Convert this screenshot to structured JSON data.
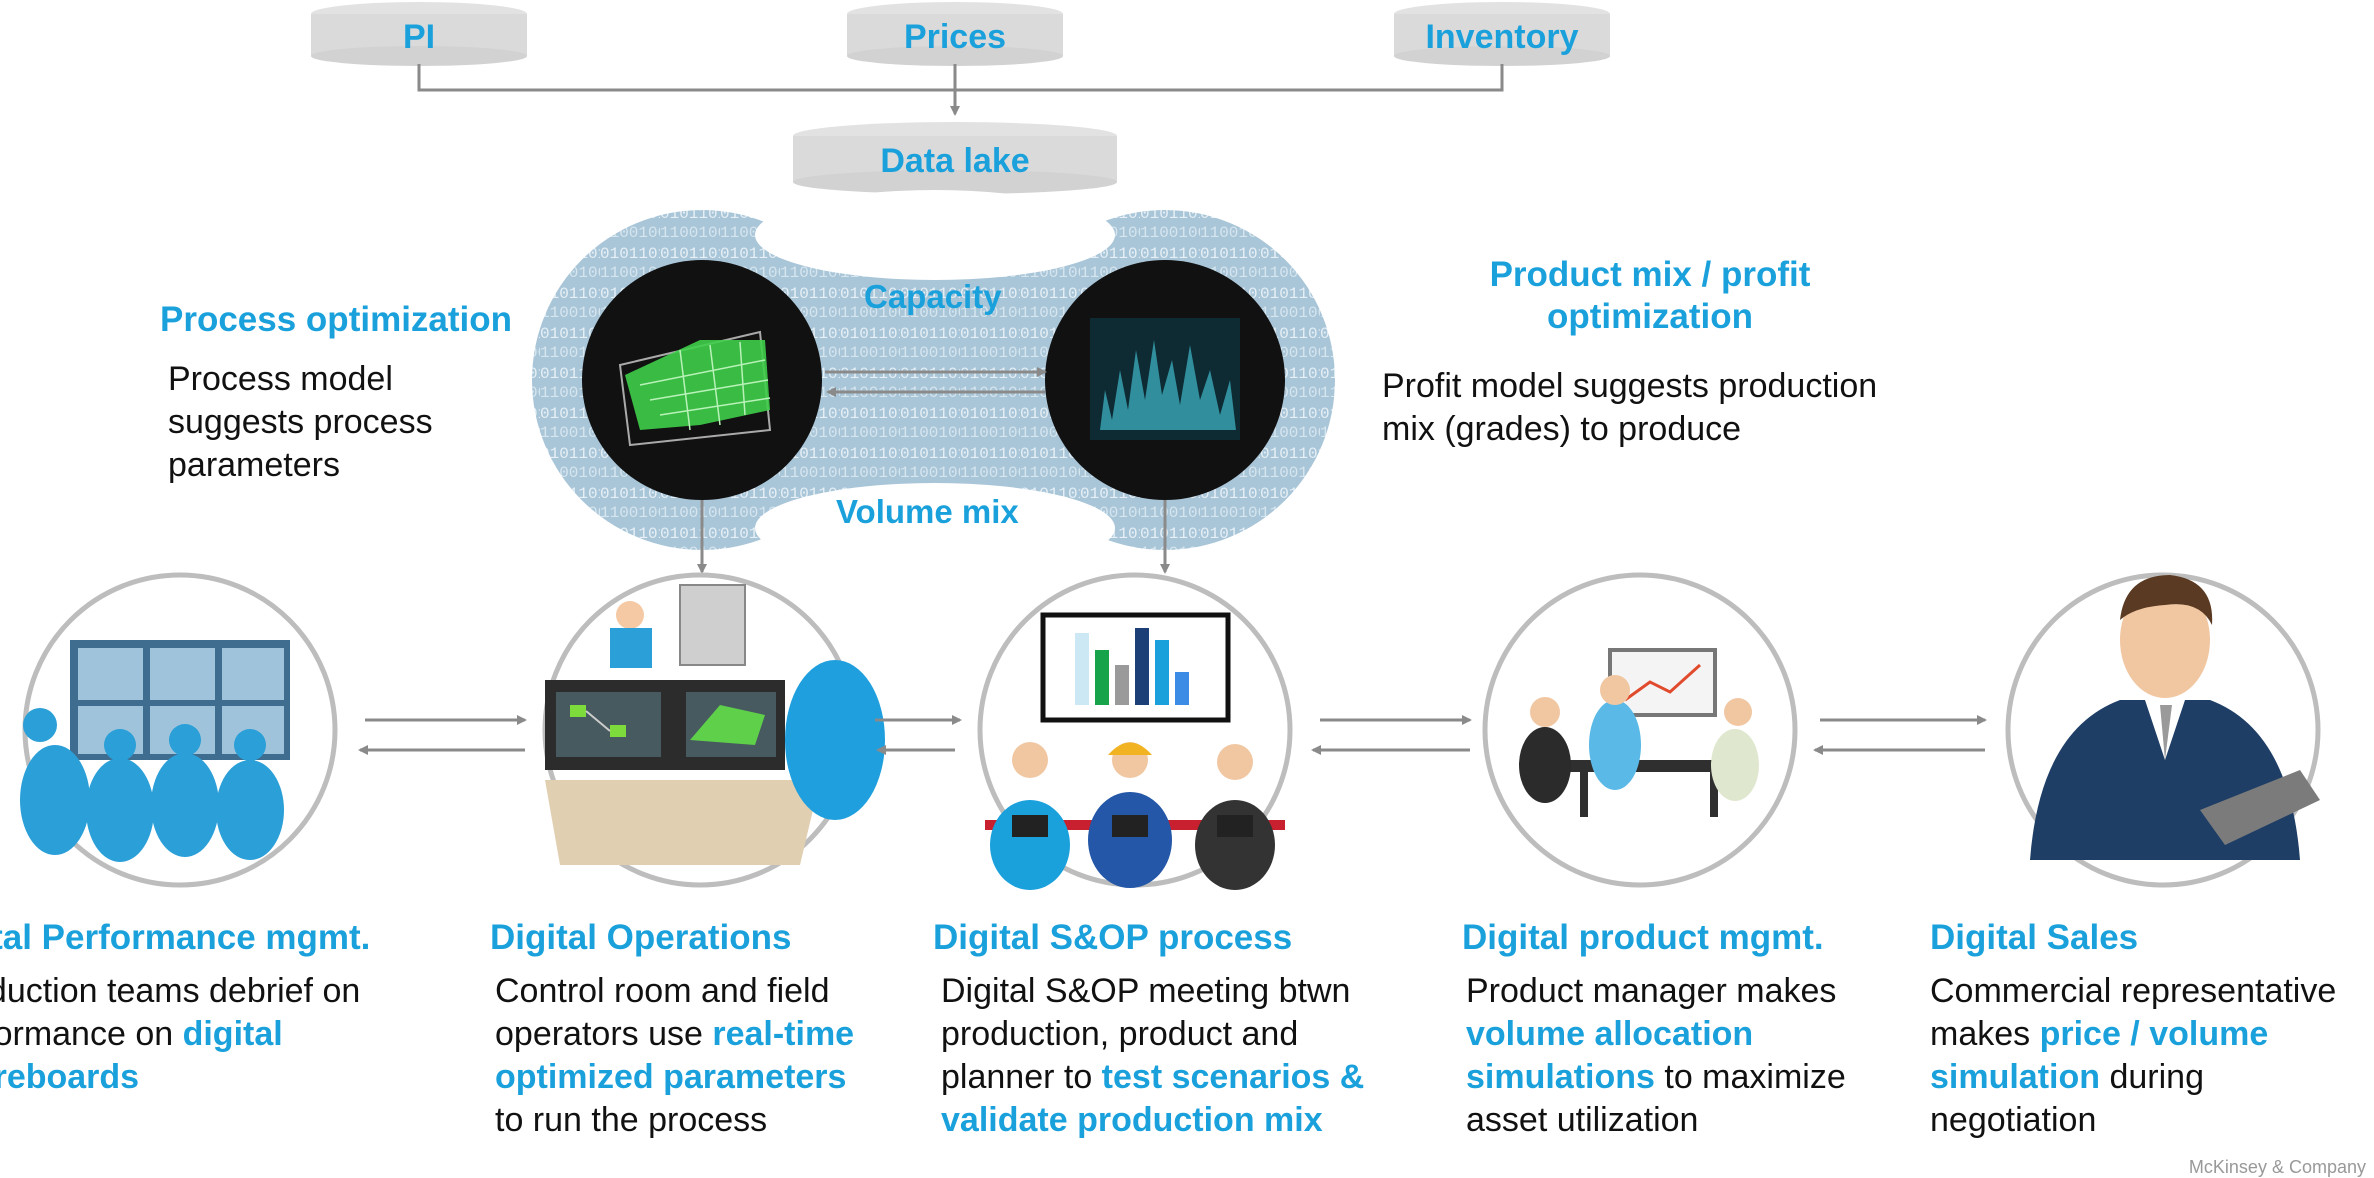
{
  "sources": [
    "PI",
    "Prices",
    "Inventory"
  ],
  "data_lake": "Data lake",
  "capacity_label": "Capacity",
  "volume_mix_label": "Volume mix",
  "process_opt": {
    "title": "Process optimization",
    "body": "Process model suggests process parameters"
  },
  "product_mix": {
    "title": "Product mix / profit optimization",
    "body": "Profit model suggests production mix (grades) to produce"
  },
  "stages": [
    {
      "title": "Digital Performance mgmt.",
      "body": [
        {
          "t": "Production teams debrief ",
          "h": false
        },
        {
          "t": "on performance on ",
          "h": false
        },
        {
          "t": "digital scoreboards",
          "h": true
        }
      ]
    },
    {
      "title": "Digital Operations",
      "body": [
        {
          "t": "Control room and field operators use ",
          "h": false
        },
        {
          "t": "real-time optimized parameters",
          "h": true
        },
        {
          "t": " to run the process",
          "h": false
        }
      ]
    },
    {
      "title": "Digital S&OP process",
      "body": [
        {
          "t": "Digital S&OP meeting btwn production, product and planner to ",
          "h": false
        },
        {
          "t": "test scenarios & validate production mix",
          "h": true
        }
      ]
    },
    {
      "title": "Digital product mgmt.",
      "body": [
        {
          "t": "Product manager makes ",
          "h": false
        },
        {
          "t": "volume allocation simulations",
          "h": true
        },
        {
          "t": " to maximize asset utilization",
          "h": false
        }
      ]
    },
    {
      "title": "Digital Sales",
      "body": [
        {
          "t": "Commercial representative makes ",
          "h": false
        },
        {
          "t": "price / volume simulation",
          "h": true
        },
        {
          "t": " during negotiation",
          "h": false
        }
      ]
    }
  ],
  "footer": "McKinsey & Company",
  "colors": {
    "accent": "#1aa1dc",
    "line": "#8a8a8a",
    "circle_border": "#bdbdbd",
    "binary_bg": "#a8c4d6"
  }
}
